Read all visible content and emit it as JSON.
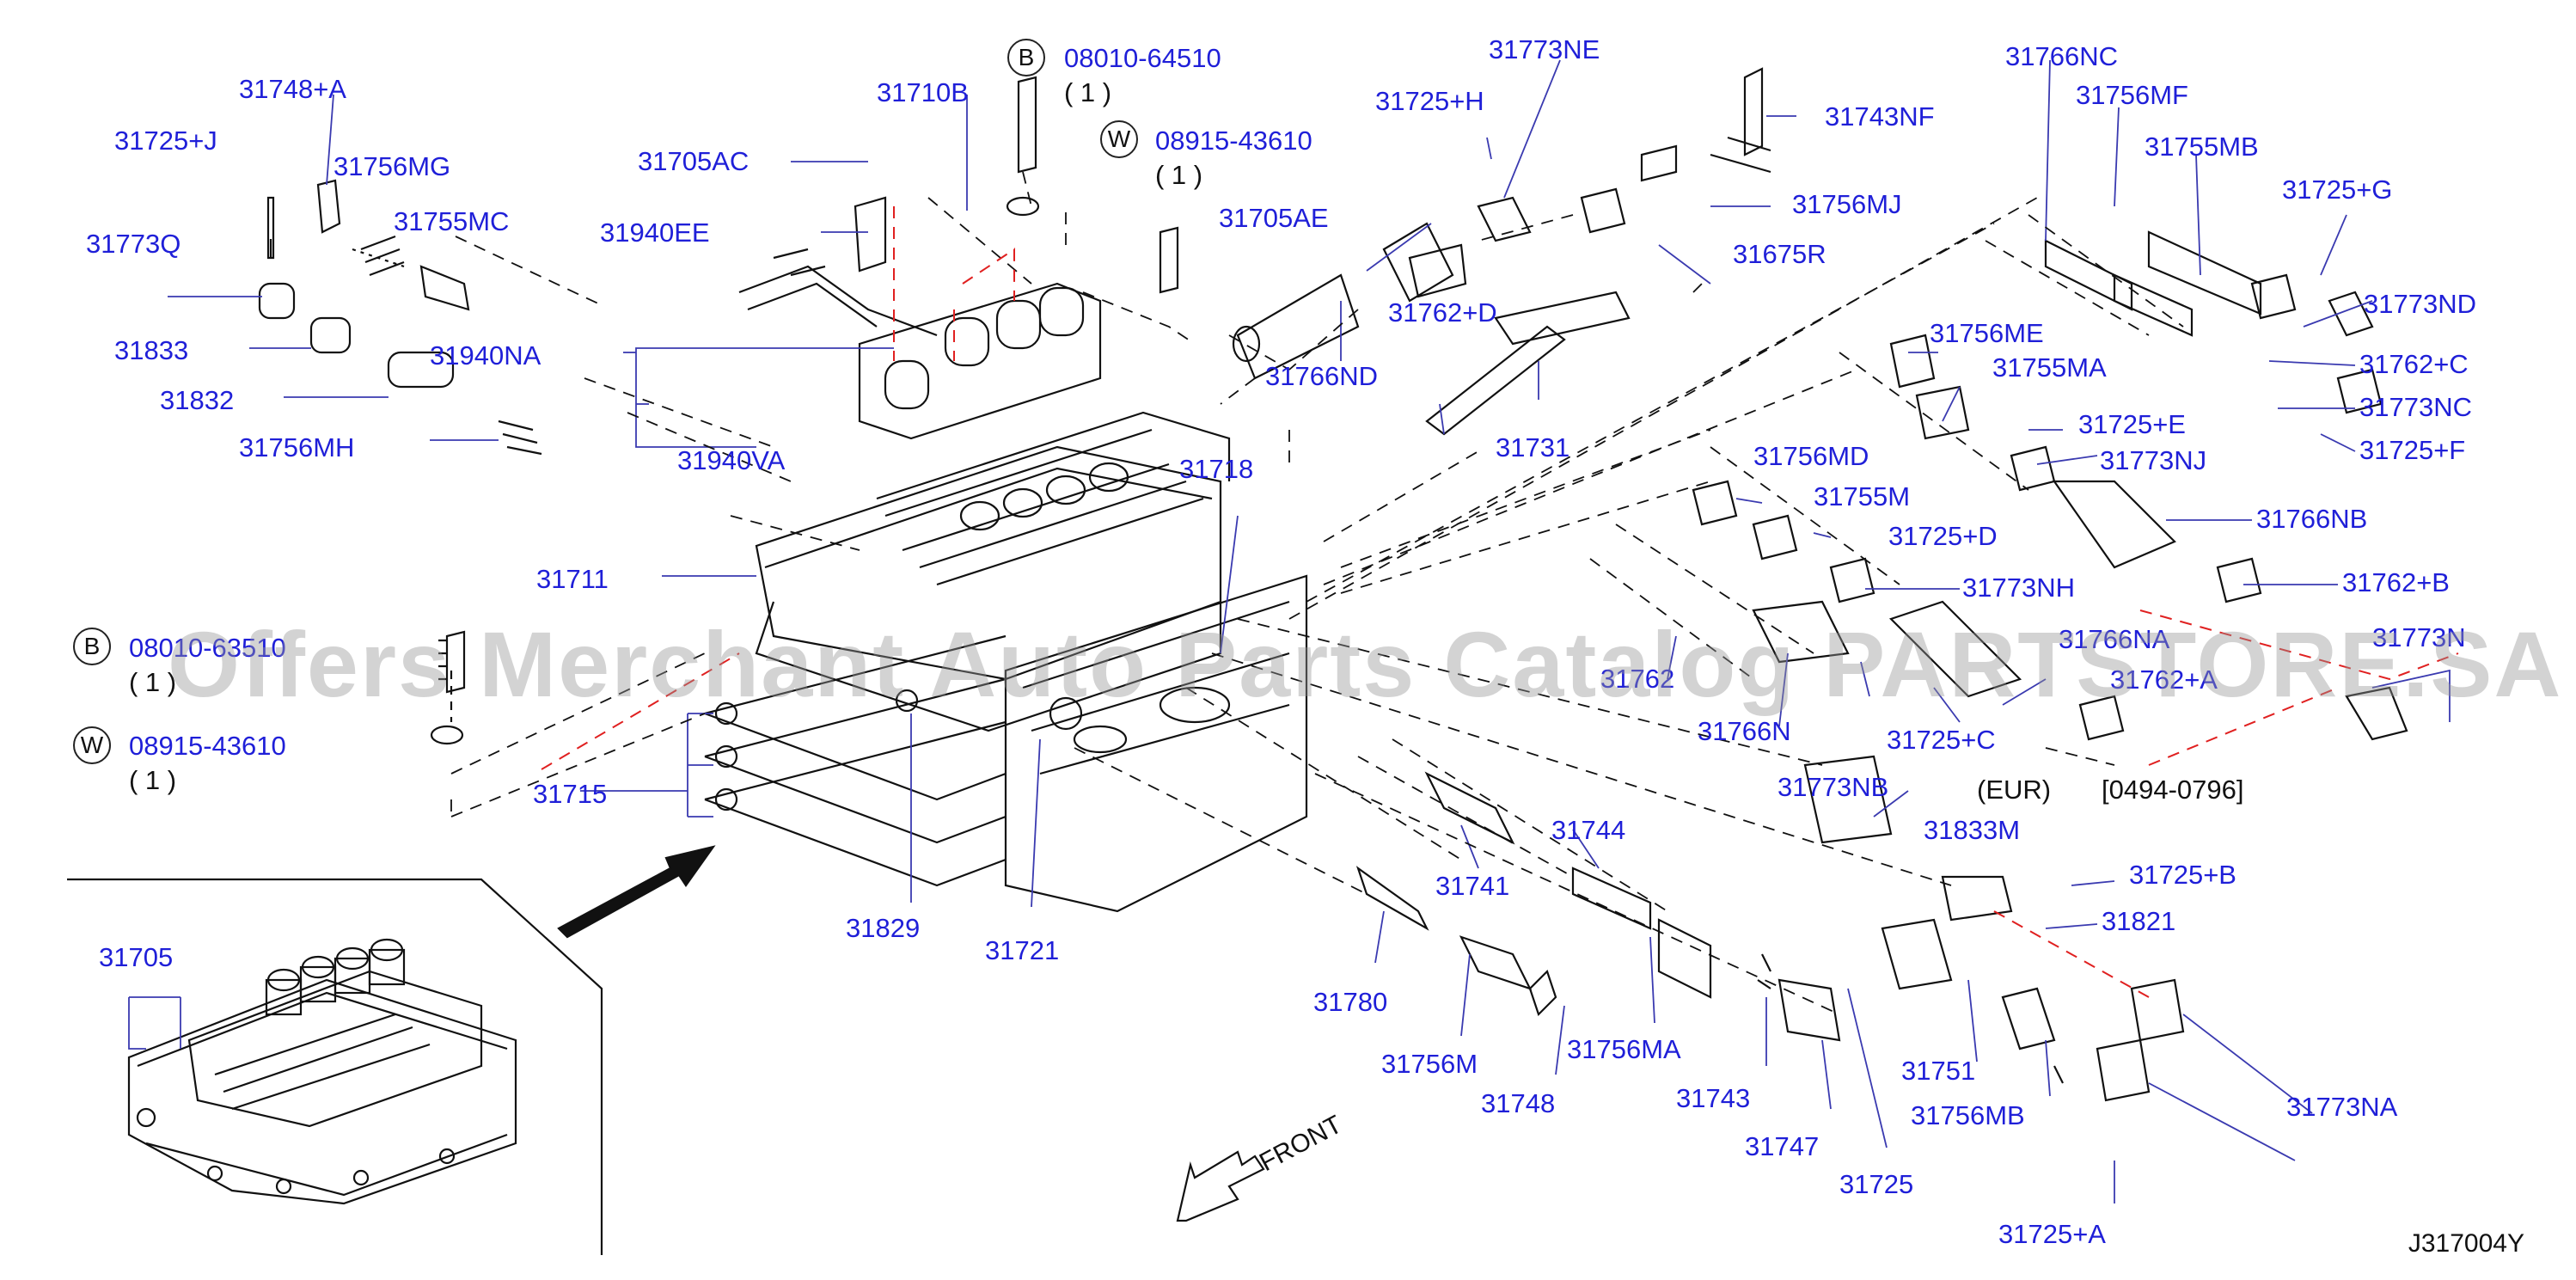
{
  "colors": {
    "label": "#1f1fd8",
    "line": "#111111",
    "leader": "#3a3ab0",
    "red_dash": "#e02020",
    "watermark": "#9a9a9a"
  },
  "watermark": "Offers Merchant Auto Parts Catalog PARTSTORE.SA",
  "diagram_code": "J317004Y",
  "front_label": "FRONT",
  "eur_note": "(EUR)",
  "date_note": "[0494-0796]",
  "bolt_callouts": [
    {
      "id": "b1",
      "letter": "B",
      "code": "08010-64510",
      "qty": "( 1 )"
    },
    {
      "id": "w1",
      "letter": "W",
      "code": "08915-43610",
      "qty": "( 1 )"
    },
    {
      "id": "b2",
      "letter": "B",
      "code": "08010-63510",
      "qty": "( 1 )"
    },
    {
      "id": "w2",
      "letter": "W",
      "code": "08915-43610",
      "qty": "( 1 )"
    }
  ],
  "parts": [
    "31748+A",
    "31725+J",
    "31756MG",
    "31755MC",
    "31773Q",
    "31833",
    "31832",
    "31756MH",
    "31940NA",
    "31940EE",
    "31705AC",
    "31710B",
    "31940VA",
    "31705AE",
    "31711",
    "31715",
    "31829",
    "31721",
    "31718",
    "31705",
    "31725+H",
    "31773NE",
    "31762+D",
    "31766ND",
    "31743NF",
    "31756MJ",
    "31675R",
    "31731",
    "31766NC",
    "31756MF",
    "31755MB",
    "31725+G",
    "31773ND",
    "31762+C",
    "31773NC",
    "31725+F",
    "31756ME",
    "31755MA",
    "31725+E",
    "31773NJ",
    "31766NB",
    "31762+B",
    "31773N",
    "31756MD",
    "31755M",
    "31725+D",
    "31773NH",
    "31762",
    "31766N",
    "31766NA",
    "31762+A",
    "31773NB",
    "31725+C",
    "31833M",
    "31725+B",
    "31821",
    "31741",
    "31744",
    "31780",
    "31756M",
    "31748",
    "31756MA",
    "31743",
    "31747",
    "31725",
    "31751",
    "31756MB",
    "31773NA",
    "31725+A"
  ]
}
